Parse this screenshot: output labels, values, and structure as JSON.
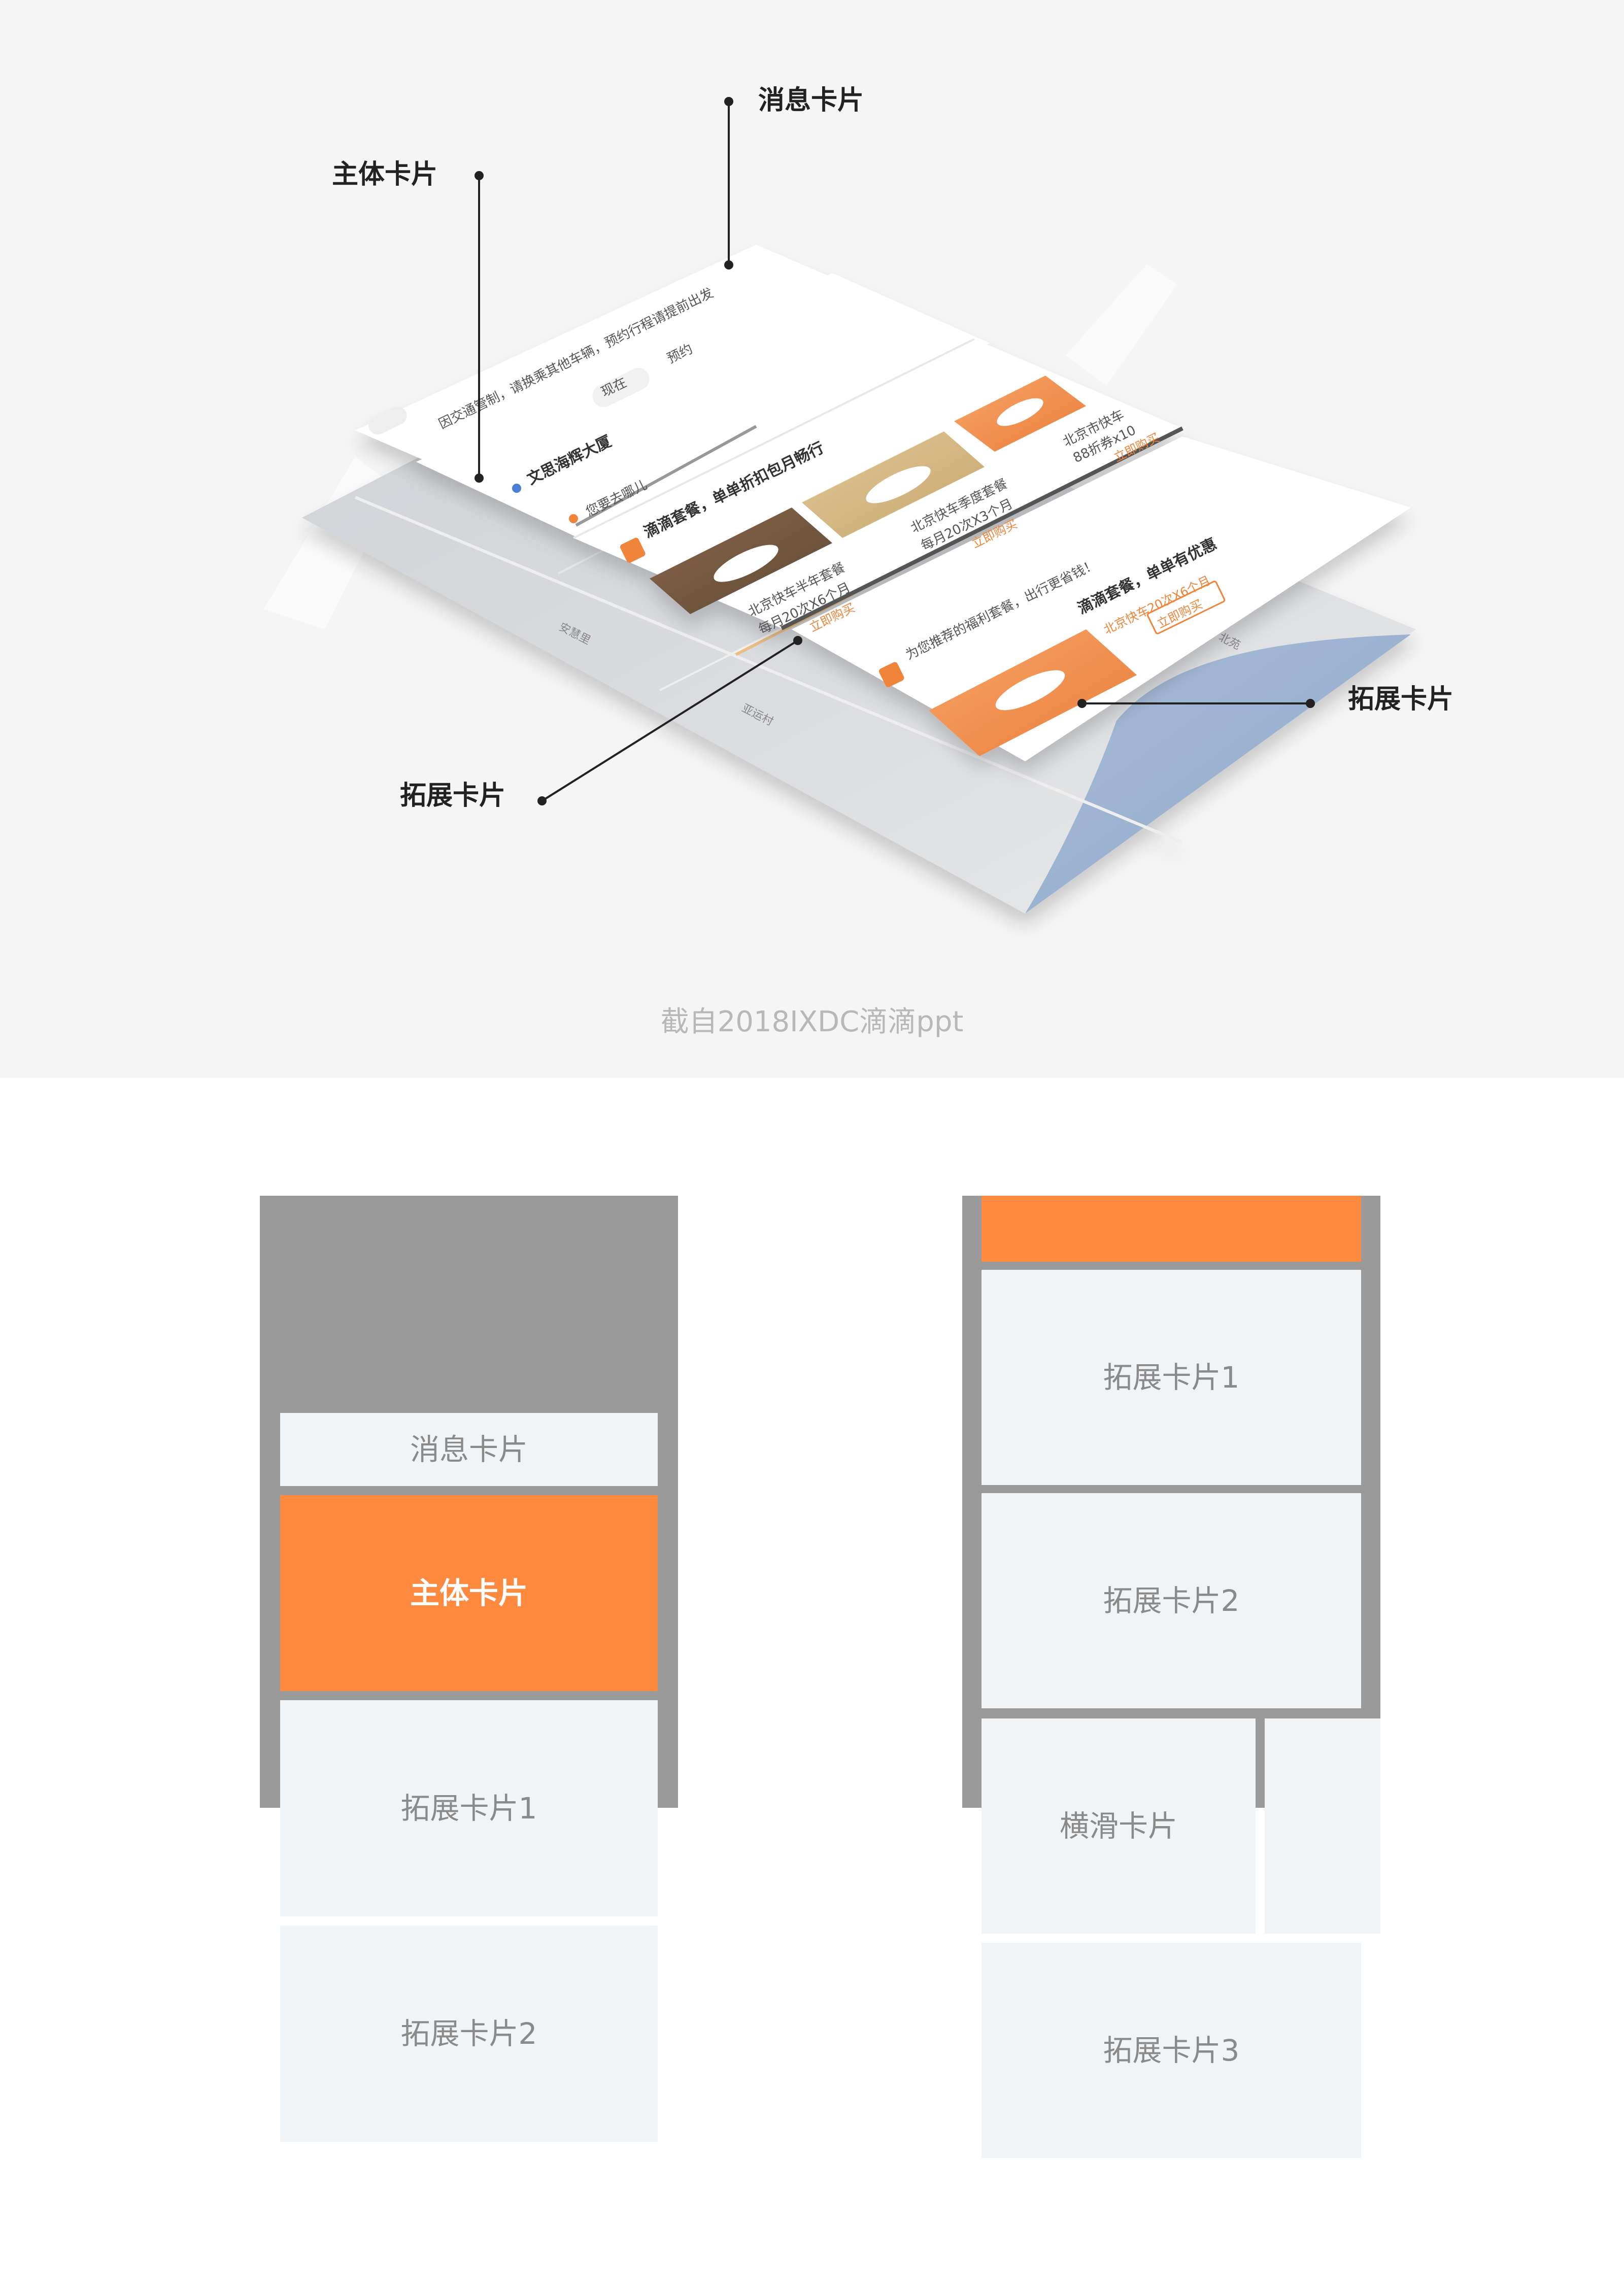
{
  "illustration": {
    "callouts": {
      "message_card": "消息卡片",
      "main_card": "主体卡片",
      "extension_card_left": "拓展卡片",
      "extension_card_right": "拓展卡片"
    },
    "caption": "截自2018IXDC滴滴ppt",
    "mock_cards": {
      "notice_text": "因交通管制，请换乘其他车辆，预约行程请提前出发",
      "tab_now": "现在",
      "tab_reserve": "预约",
      "start_location": "文思海辉大厦",
      "destination_placeholder": "您要去哪儿",
      "promo_title": "滴滴套餐，单单折扣包月畅行",
      "promo_item_1_title": "北京快车半年套餐",
      "promo_item_1_sub": "每月20次X6个月",
      "promo_item_1_action": "立即购买",
      "promo_item_2_title": "北京快车季度套餐",
      "promo_item_2_sub": "每月20次X3个月",
      "promo_item_2_action": "立即购买",
      "promo_item_3_title": "北京市快车",
      "promo_item_3_sub": "88折券x10",
      "promo_item_3_action": "立即购买",
      "benefit_title": "为您推荐的福利套餐，出行更省钱！",
      "benefit_headline": "滴滴套餐，单单有优惠",
      "benefit_sub": "北京快车20次X6个月",
      "benefit_action": "立即购买",
      "map_label_1": "安慧里",
      "map_label_2": "亚运村",
      "map_label_3": "北苑"
    }
  },
  "wireframes": {
    "left": {
      "message_card": "消息卡片",
      "main_card": "主体卡片",
      "extension_card_1": "拓展卡片1",
      "extension_card_2": "拓展卡片2"
    },
    "right": {
      "extension_card_1": "拓展卡片1",
      "extension_card_2": "拓展卡片2",
      "horizontal_scroll_card": "横滑卡片",
      "extension_card_3": "拓展卡片3"
    }
  },
  "colors": {
    "accent_orange": "#fe8a40",
    "card_light": "#f1f4f7",
    "frame_gray": "#9a9a9a",
    "top_background": "#f5f5f5"
  }
}
